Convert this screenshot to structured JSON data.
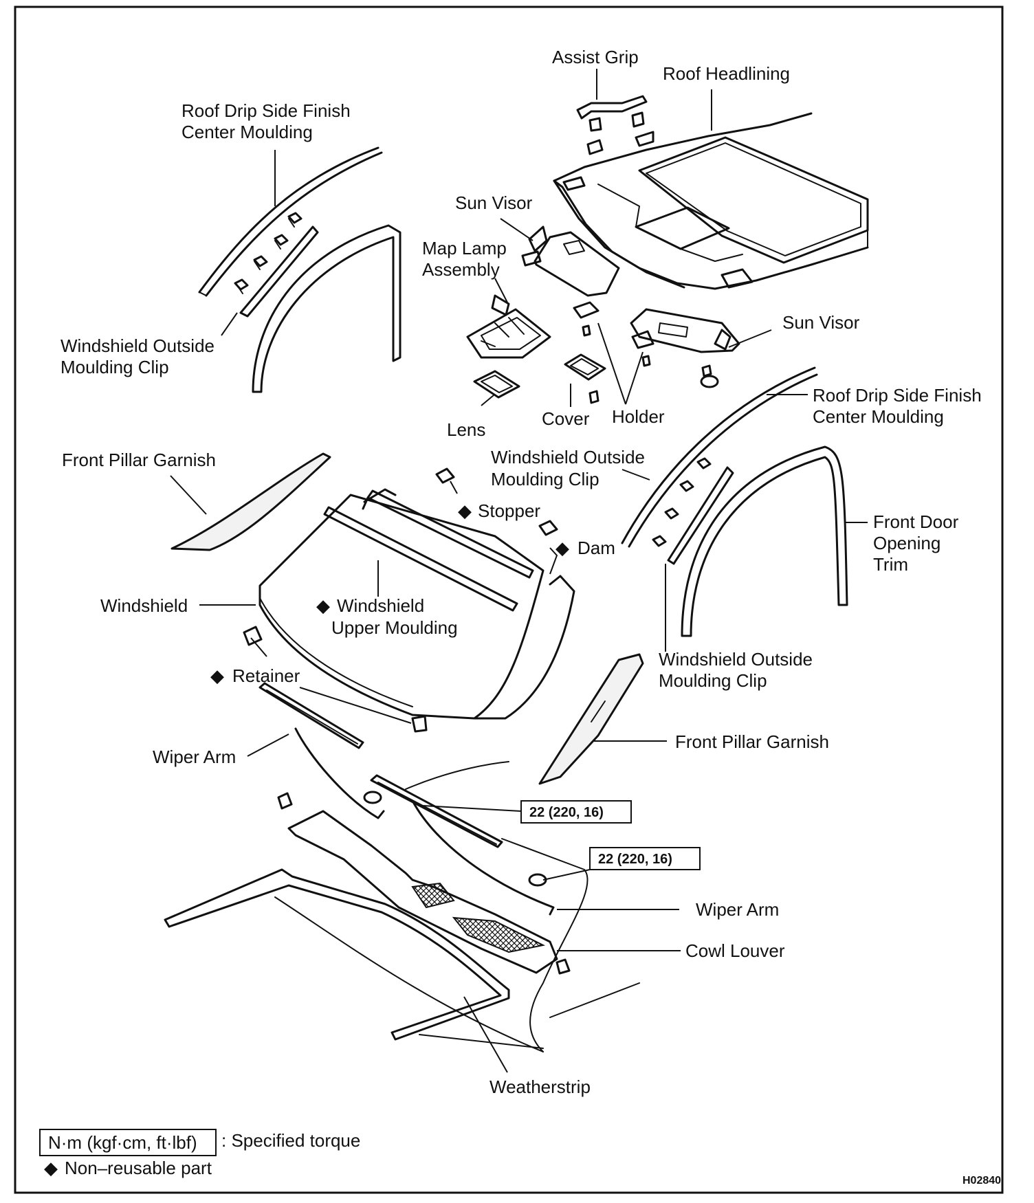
{
  "labels": {
    "assist_grip": "Assist Grip",
    "roof_headlining": "Roof Headlining",
    "roof_drip_left_1": "Roof Drip Side Finish",
    "roof_drip_left_2": "Center Moulding",
    "sun_visor_left": "Sun Visor",
    "map_lamp_1": "Map Lamp",
    "map_lamp_2": "Assembly",
    "ws_clip_left_1": "Windshield Outside",
    "ws_clip_left_2": "Moulding Clip",
    "sun_visor_right": "Sun Visor",
    "roof_drip_right_1": "Roof Drip Side Finish",
    "roof_drip_right_2": "Center Moulding",
    "lens": "Lens",
    "cover": "Cover",
    "holder": "Holder",
    "front_pillar_left": "Front Pillar Garnish",
    "ws_clip_mid_1": "Windshield Outside",
    "ws_clip_mid_2": "Moulding Clip",
    "stopper": "Stopper",
    "dam": "Dam",
    "front_door_1": "Front Door",
    "front_door_2": "Opening",
    "front_door_3": "Trim",
    "windshield": "Windshield",
    "ws_upper_1": "Windshield",
    "ws_upper_2": "Upper Moulding",
    "ws_clip_right_1": "Windshield Outside",
    "ws_clip_right_2": "Moulding Clip",
    "retainer": "Retainer",
    "front_pillar_right": "Front Pillar Garnish",
    "wiper_arm_left": "Wiper Arm",
    "wiper_arm_right": "Wiper Arm",
    "cowl_louver": "Cowl Louver",
    "weatherstrip": "Weatherstrip"
  },
  "torque": {
    "t1": "22 (220, 16)",
    "t2": "22 (220, 16)"
  },
  "legend": {
    "torque_unit": "N·m (kgf·cm, ft·lbf)",
    "torque_desc": ": Specified torque",
    "nonreusable": "Non–reusable part"
  },
  "figure_code": "H02840"
}
